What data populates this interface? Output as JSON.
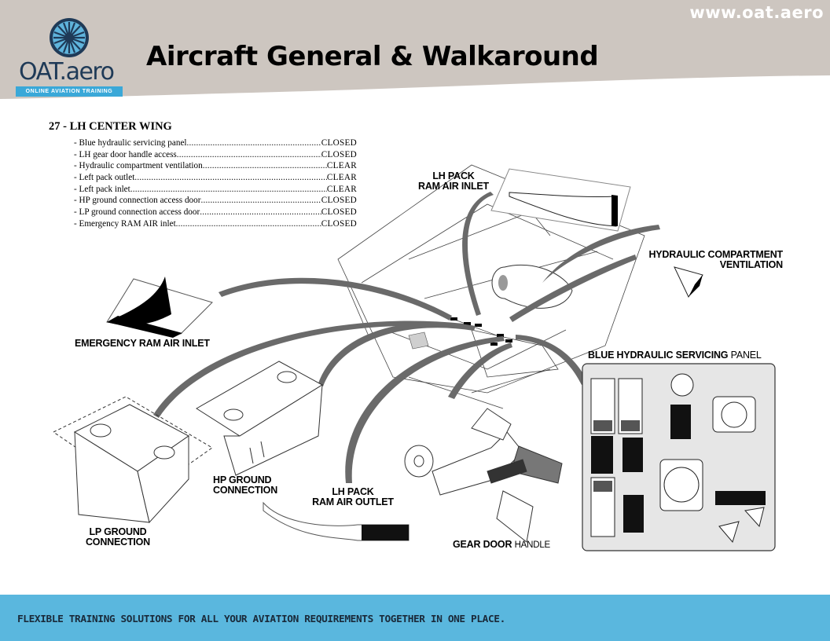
{
  "header": {
    "url": "www.oat.aero",
    "title": "Aircraft General & Walkaround",
    "logo": {
      "brand": "OAT.aero",
      "tagline": "ONLINE AVIATION TRAINING"
    }
  },
  "section": {
    "title": "27 -  LH CENTER WING"
  },
  "checklist": [
    {
      "item": "-  Blue  hydraulic  servicing  panel",
      "state": "CLOSED"
    },
    {
      "item": "-  LH  gear  door  handle  access",
      "state": "CLOSED"
    },
    {
      "item": "-  Hydraulic  compartment  ventilation",
      "state": "CLEAR"
    },
    {
      "item": "-  Left  pack  outlet",
      "state": "CLEAR"
    },
    {
      "item": "-  Left  pack  inlet",
      "state": "CLEAR"
    },
    {
      "item": "-  HP  ground  connection access door",
      "state": "CLOSED"
    },
    {
      "item": "-  LP  ground  connection access door",
      "state": "CLOSED"
    },
    {
      "item": "-  Emergency  RAM  AIR  inlet",
      "state": "CLOSED"
    }
  ],
  "diagram_labels": {
    "lh_pack_inlet": [
      "LH  PACK",
      "RAM  AIR  INLET"
    ],
    "hydraulic_vent": [
      "HYDRAULIC  COMPARTMENT",
      "VENTILATION"
    ],
    "emergency_ram": "EMERGENCY  RAM  AIR  INLET",
    "blue_hyd_panel": "BLUE  HYDRAULIC  SERVICING",
    "blue_hyd_panel_suffix": "PANEL",
    "hp_ground": [
      "HP GROUND",
      "CONNECTION"
    ],
    "lh_pack_outlet": [
      "LH  PACK",
      "RAM AIR  OUTLET"
    ],
    "lp_ground": [
      "LP GROUND",
      "CONNECTION"
    ],
    "gear_door": "GEAR  DOOR",
    "gear_door_suffix": "HANDLE"
  },
  "footer": {
    "text": "FLEXIBLE TRAINING SOLUTIONS FOR ALL YOUR AVIATION REQUIREMENTS TOGETHER IN ONE PLACE."
  },
  "colors": {
    "header_bg": "#cdc6c0",
    "footer_bg": "#5ab7de",
    "logo_band": "#3aa8d8",
    "logo_text": "#1f3a57"
  }
}
